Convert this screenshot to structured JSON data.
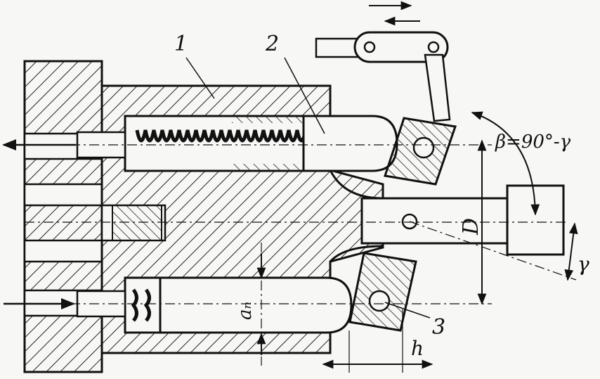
{
  "labels": {
    "part1": "1",
    "part2": "2",
    "part3": "3",
    "angle_beta": "β=90°-γ",
    "angle_gamma": "γ",
    "diameter": "D",
    "stroke_a": "aₙ",
    "offset_h": "h"
  },
  "colors": {
    "ink": "#111111",
    "paper": "#f7f7f5",
    "hatch": "#222222"
  }
}
